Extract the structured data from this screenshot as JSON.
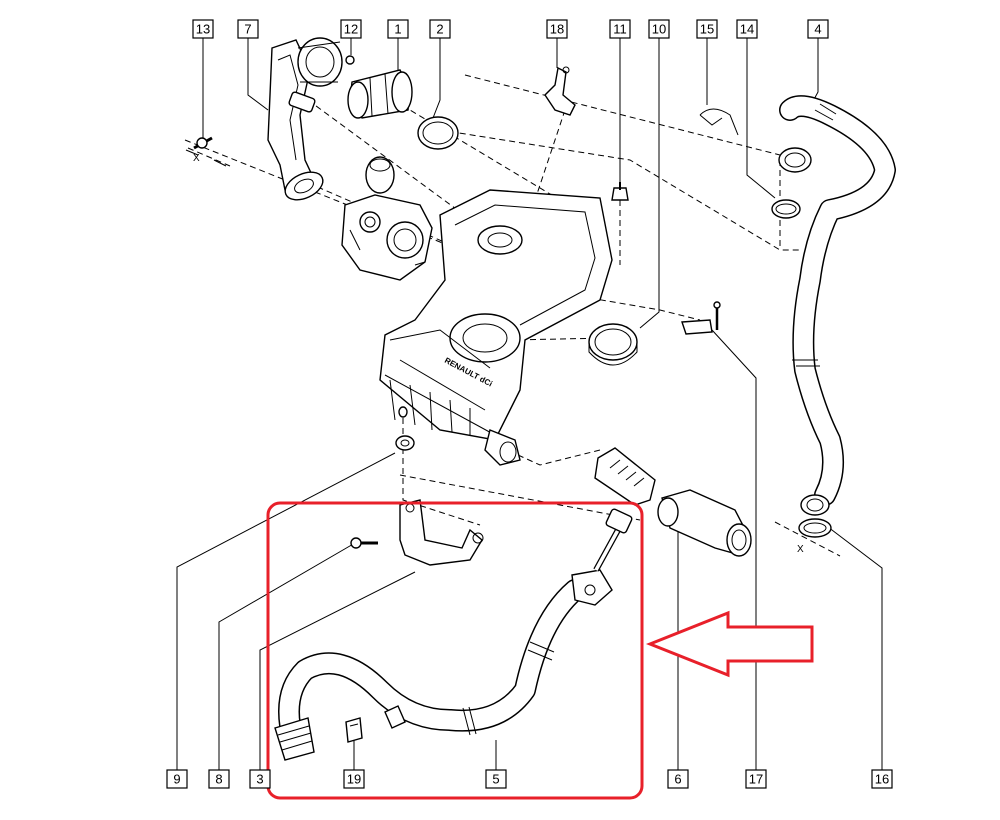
{
  "callouts": {
    "top": [
      "13",
      "7",
      "12",
      "1",
      "2",
      "18",
      "11",
      "10",
      "15",
      "14",
      "4"
    ],
    "bottom": [
      "9",
      "8",
      "3",
      "19",
      "5",
      "6",
      "17",
      "16"
    ]
  },
  "axis_marks": {
    "left": "X",
    "right": "X"
  },
  "brand_text": "RENAULT dCi",
  "colors": {
    "highlight": "#e8202a",
    "line": "#000000",
    "background": "#ffffff"
  }
}
